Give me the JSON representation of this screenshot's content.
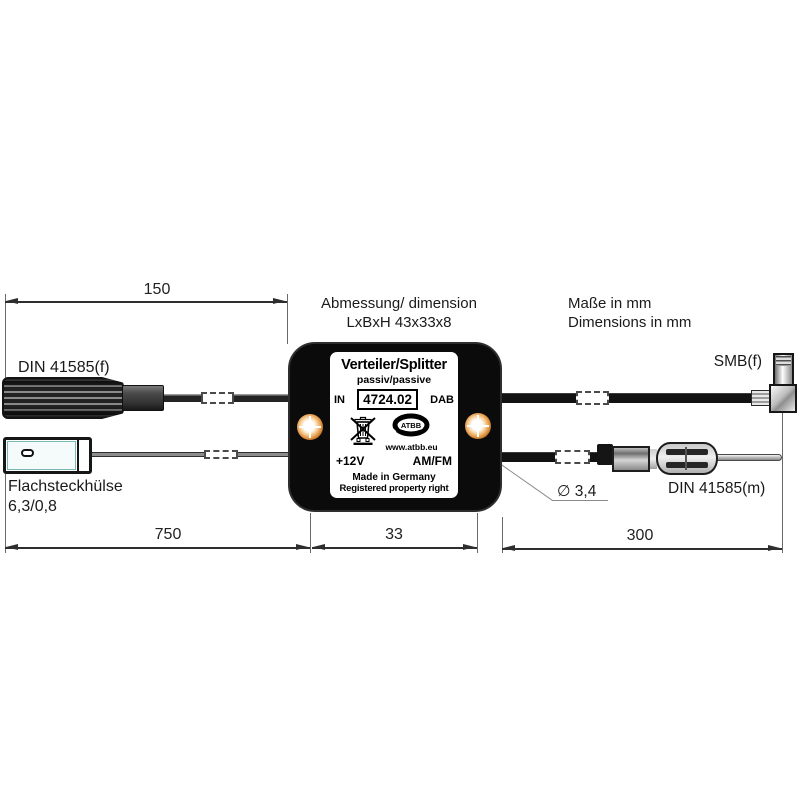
{
  "notes": {
    "dimension_note_line1": "Abmessung/ dimension",
    "dimension_note_line2": "LxBxH 43x33x8",
    "units_note_line1": "Maße in mm",
    "units_note_line2": "Dimensions in mm"
  },
  "dimensions": {
    "cable_left_top_mm": "150",
    "cable_left_bottom_mm": "750",
    "mount_hole_spacing_mm": "33",
    "cable_right_bottom_mm": "300",
    "cable_diameter": "∅ 3,4"
  },
  "connectors": {
    "left_top": "DIN 41585(f)",
    "left_bottom_line1": "Flachsteckhülse",
    "left_bottom_line2": "6,3/0,8",
    "right_top": "SMB(f)",
    "right_bottom": "DIN 41585(m)"
  },
  "device_label": {
    "title": "Verteiler/Splitter",
    "subtitle": "passiv/passive",
    "input_port": "IN",
    "model_number": "4724.02",
    "output_dab": "DAB",
    "brand": "ATBB",
    "website": "www.atbb.eu",
    "power": "+12V",
    "output_amfm": "AM/FM",
    "origin": "Made in Germany",
    "rights": "Registered property right"
  },
  "colors": {
    "box_black": "#0b0b0b",
    "screw_ring_orange": "#e09340",
    "terminal_teal": "#79b8b4",
    "dimension_line": "#2e2e2e"
  }
}
